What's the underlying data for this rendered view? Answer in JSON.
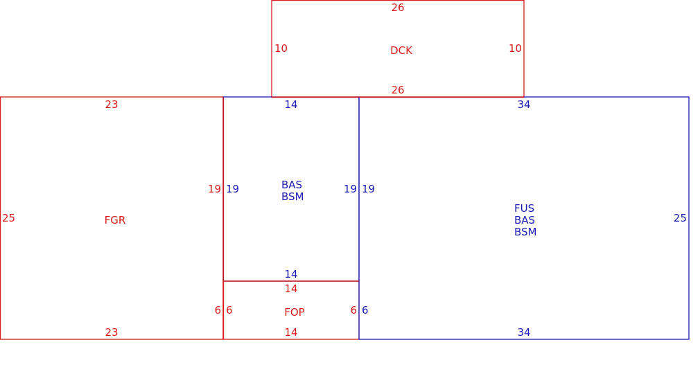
{
  "colors": {
    "red": "#d91a1a",
    "blue": "#1a1ab4"
  },
  "areas": [
    {
      "id": "dck",
      "color": "red",
      "labels": [
        "DCK"
      ],
      "dims": {
        "top": "26",
        "bottom": "26",
        "left": "10",
        "right": "10"
      }
    },
    {
      "id": "fgr",
      "color": "red",
      "labels": [
        "FGR"
      ],
      "dims": {
        "top": "23",
        "bottom": "23",
        "left": "25",
        "right": "19"
      }
    },
    {
      "id": "bas-bsm",
      "color": "blue",
      "labels": [
        "BAS",
        "BSM"
      ],
      "dims": {
        "top": "14",
        "bottom": "14",
        "left": "19",
        "right": "19"
      }
    },
    {
      "id": "fop",
      "color": "red",
      "labels": [
        "FOP"
      ],
      "dims": {
        "top": "14",
        "bottom": "14",
        "left": "6",
        "right": "6"
      }
    },
    {
      "id": "fus",
      "color": "blue",
      "labels": [
        "FUS",
        "BAS",
        "BSM"
      ],
      "dims": {
        "top": "34",
        "bottom": "34",
        "left": "19",
        "right": "25"
      }
    },
    {
      "id": "fgr-inner",
      "color": "red",
      "labels": [],
      "dims": {
        "right": "6"
      }
    }
  ]
}
